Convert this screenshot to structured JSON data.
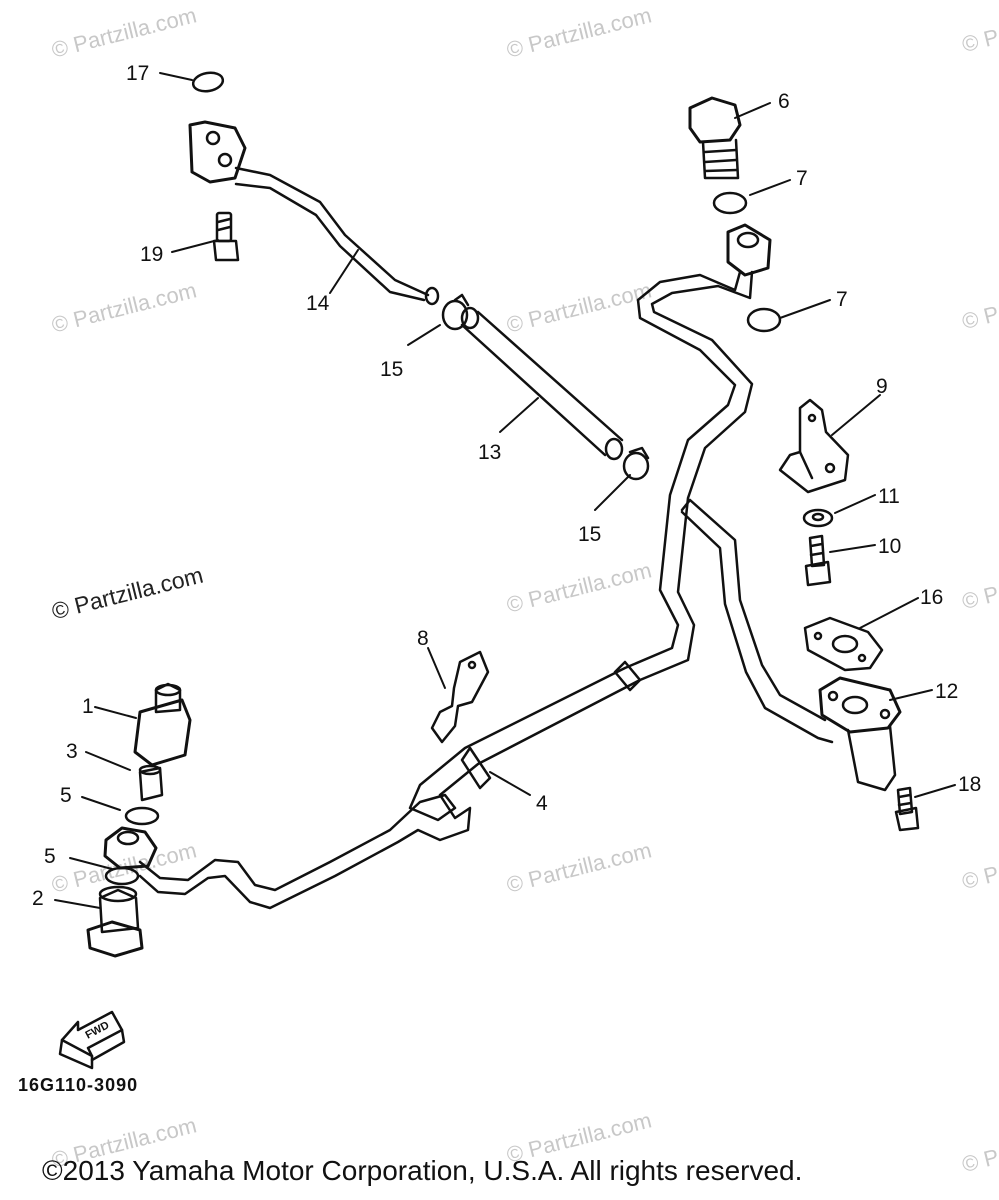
{
  "watermarks": {
    "text": "© Partzilla.com",
    "edge_text": "© P",
    "prominent": "© Partzilla.com"
  },
  "callouts": {
    "c1": "1",
    "c2": "2",
    "c3": "3",
    "c4": "4",
    "c5a": "5",
    "c5b": "5",
    "c6": "6",
    "c7a": "7",
    "c7b": "7",
    "c8": "8",
    "c9": "9",
    "c10": "10",
    "c11": "11",
    "c12": "12",
    "c13": "13",
    "c14": "14",
    "c15a": "15",
    "c15b": "15",
    "c16": "16",
    "c17": "17",
    "c18": "18",
    "c19": "19"
  },
  "fwd_label": "FWD",
  "diagram_code": "16G110-3090",
  "copyright": "©2013  Yamaha Motor Corporation, U.S.A. All rights reserved."
}
